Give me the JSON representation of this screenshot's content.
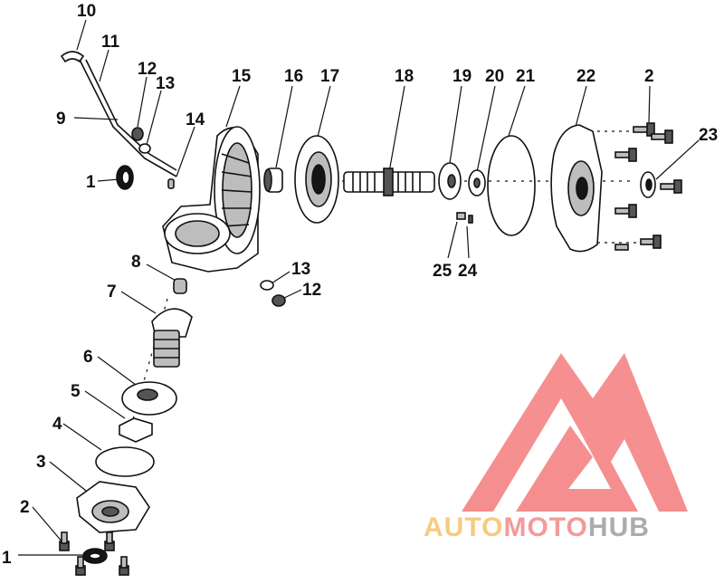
{
  "callouts": [
    {
      "id": "c10",
      "text": "10"
    },
    {
      "id": "c11",
      "text": "11"
    },
    {
      "id": "c12a",
      "text": "12"
    },
    {
      "id": "c13a",
      "text": "13"
    },
    {
      "id": "c9",
      "text": "9"
    },
    {
      "id": "c14",
      "text": "14"
    },
    {
      "id": "c1a",
      "text": "1"
    },
    {
      "id": "c15",
      "text": "15"
    },
    {
      "id": "c16",
      "text": "16"
    },
    {
      "id": "c17",
      "text": "17"
    },
    {
      "id": "c18",
      "text": "18"
    },
    {
      "id": "c19",
      "text": "19"
    },
    {
      "id": "c20",
      "text": "20"
    },
    {
      "id": "c21",
      "text": "21"
    },
    {
      "id": "c22",
      "text": "22"
    },
    {
      "id": "c2a",
      "text": "2"
    },
    {
      "id": "c23",
      "text": "23"
    },
    {
      "id": "c25",
      "text": "25"
    },
    {
      "id": "c24",
      "text": "24"
    },
    {
      "id": "c8",
      "text": "8"
    },
    {
      "id": "c13b",
      "text": "13"
    },
    {
      "id": "c12b",
      "text": "12"
    },
    {
      "id": "c7",
      "text": "7"
    },
    {
      "id": "c6",
      "text": "6"
    },
    {
      "id": "c5",
      "text": "5"
    },
    {
      "id": "c4",
      "text": "4"
    },
    {
      "id": "c3",
      "text": "3"
    },
    {
      "id": "c2b",
      "text": "2"
    },
    {
      "id": "c1b",
      "text": "1"
    }
  ],
  "watermark": {
    "word_part1": "AUTO",
    "word_part2": "MOTO",
    "word_part3": "HUB",
    "color_part1": "#f5c26b",
    "color_part2": "#f08a8a",
    "color_part3": "#9e9e9e",
    "mark_color": "#f47c7c"
  }
}
